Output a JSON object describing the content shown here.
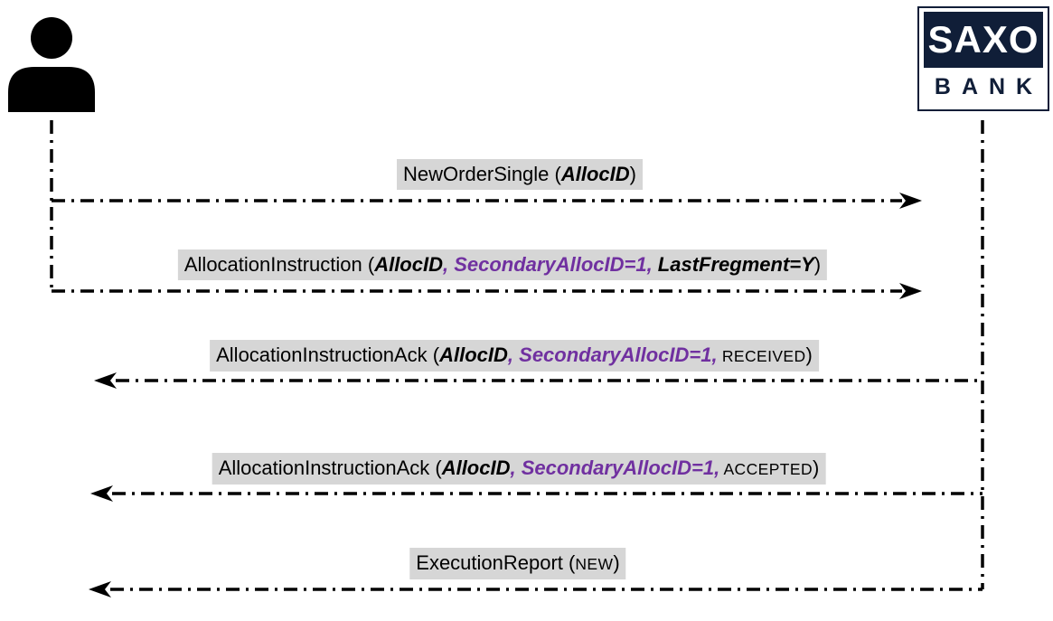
{
  "colors": {
    "line": "#000000",
    "purple": "#7030a0",
    "label_bg": "#d6d6d6",
    "navy": "#101e38"
  },
  "actors": {
    "client": {
      "description": "person silhouette icon"
    },
    "saxo": {
      "name_top": "SAXO",
      "name_bottom": "BANK"
    }
  },
  "messages": [
    {
      "direction": "client-to-saxo",
      "segments": [
        {
          "text": "NewOrderSingle (",
          "style": "regular"
        },
        {
          "text": "AllocID",
          "style": "bold-italic"
        },
        {
          "text": ")",
          "style": "regular"
        }
      ]
    },
    {
      "direction": "client-to-saxo",
      "segments": [
        {
          "text": "AllocationInstruction (",
          "style": "regular"
        },
        {
          "text": "AllocID",
          "style": "bold-italic"
        },
        {
          "text": ", SecondaryAllocID=1,",
          "style": "bold-italic-purple"
        },
        {
          "text": " LastFregment=Y",
          "style": "bold-italic"
        },
        {
          "text": ")",
          "style": "regular"
        }
      ]
    },
    {
      "direction": "saxo-to-client",
      "segments": [
        {
          "text": "AllocationInstructionAck (",
          "style": "regular"
        },
        {
          "text": "AllocID",
          "style": "bold-italic"
        },
        {
          "text": ", SecondaryAllocID=1,",
          "style": "bold-italic-purple"
        },
        {
          "text": " RECEIVED",
          "style": "small-caps"
        },
        {
          "text": ")",
          "style": "regular"
        }
      ]
    },
    {
      "direction": "saxo-to-client",
      "segments": [
        {
          "text": "AllocationInstructionAck (",
          "style": "regular"
        },
        {
          "text": "AllocID",
          "style": "bold-italic"
        },
        {
          "text": ", SecondaryAllocID=1,",
          "style": "bold-italic-purple"
        },
        {
          "text": " ACCEPTED",
          "style": "small-caps"
        },
        {
          "text": ")",
          "style": "regular"
        }
      ]
    },
    {
      "direction": "saxo-to-client",
      "segments": [
        {
          "text": "ExecutionReport (",
          "style": "regular"
        },
        {
          "text": "NEW",
          "style": "small-caps"
        },
        {
          "text": ")",
          "style": "regular"
        }
      ]
    }
  ]
}
